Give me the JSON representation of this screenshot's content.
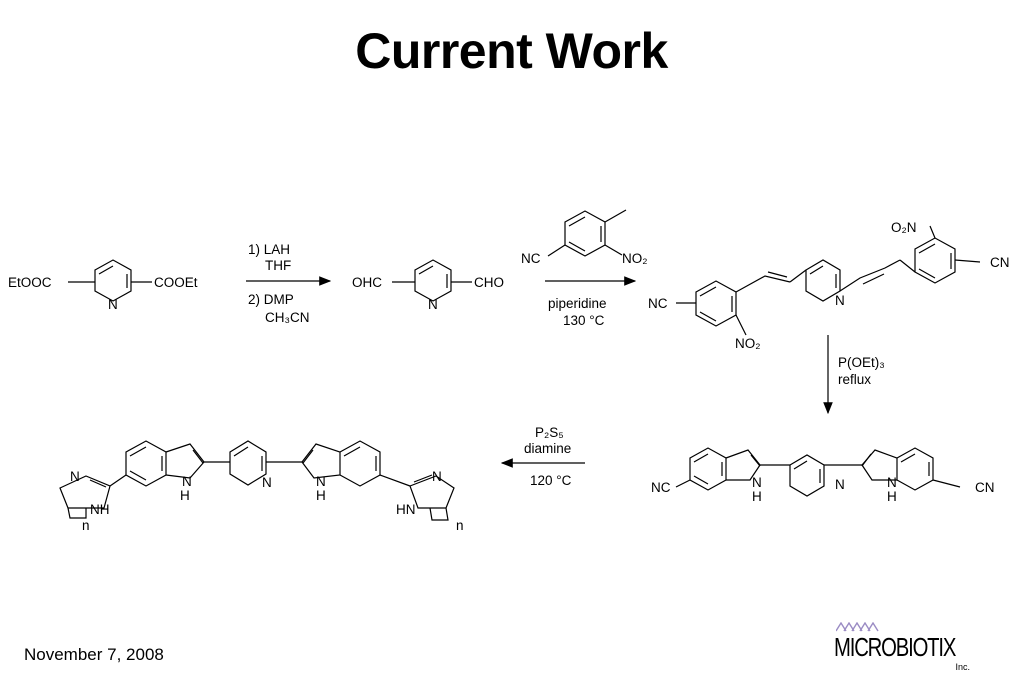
{
  "title": "Current Work",
  "footer": {
    "date": "November 7, 2008"
  },
  "logo": {
    "name": "MICROBIOTIX",
    "suffix": "Inc.",
    "accent": "#9b8cc4"
  },
  "scheme": {
    "compound1": {
      "left": "EtOOC",
      "right": "COOEt",
      "n": "N"
    },
    "step1": {
      "r1": "1) LAH",
      "r2": "THF",
      "r3": "2) DMP",
      "r4": "CH₃CN"
    },
    "compound2": {
      "left": "OHC",
      "right": "CHO",
      "n": "N"
    },
    "reagent_nc": "NC",
    "reagent_no2": "NO₂",
    "step2": {
      "r1": "piperidine",
      "r2": "130 °C"
    },
    "compound3": {
      "o2n": "O₂N",
      "cn_right": "CN",
      "nc_left": "NC",
      "no2": "NO₂",
      "n": "N"
    },
    "step3": {
      "r1": "P(OEt)₃",
      "r2": "reflux"
    },
    "compound4": {
      "nc": "NC",
      "cn": "CN",
      "nh1": "N",
      "h1": "H",
      "n": "N",
      "nh2": "N",
      "h2": "H"
    },
    "step4": {
      "r1": "P₂S₅",
      "r2": "diamine",
      "r3": "120 °C"
    },
    "compound5": {
      "n_left": "N",
      "nh_left": "NH",
      "n_sub_left": "n",
      "h1": "H",
      "ni1": "N",
      "npy": "N",
      "ni2": "N",
      "h2": "H",
      "n_right": "N",
      "hn_right": "HN",
      "n_sub_right": "n"
    }
  }
}
